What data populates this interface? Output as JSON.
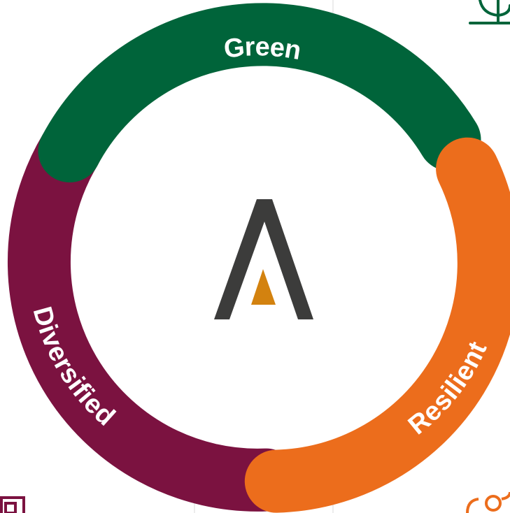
{
  "diagram": {
    "segments": [
      {
        "id": "green",
        "label": "Green",
        "color": "#00643a"
      },
      {
        "id": "resilient",
        "label": "Resilient",
        "color": "#ec6d1c"
      },
      {
        "id": "diversified",
        "label": "Diversified",
        "color": "#7b1240"
      }
    ],
    "logo": {
      "outer_color": "#3c3c3b",
      "inner_color": "#d3820f"
    },
    "corner_icons": [
      {
        "name": "tree-icon",
        "color": "#00643a"
      },
      {
        "name": "people-icon",
        "color": "#ec6d1c"
      },
      {
        "name": "square-icon",
        "color": "#7b1240"
      }
    ],
    "guide_line_color": "#d9d9d9"
  }
}
